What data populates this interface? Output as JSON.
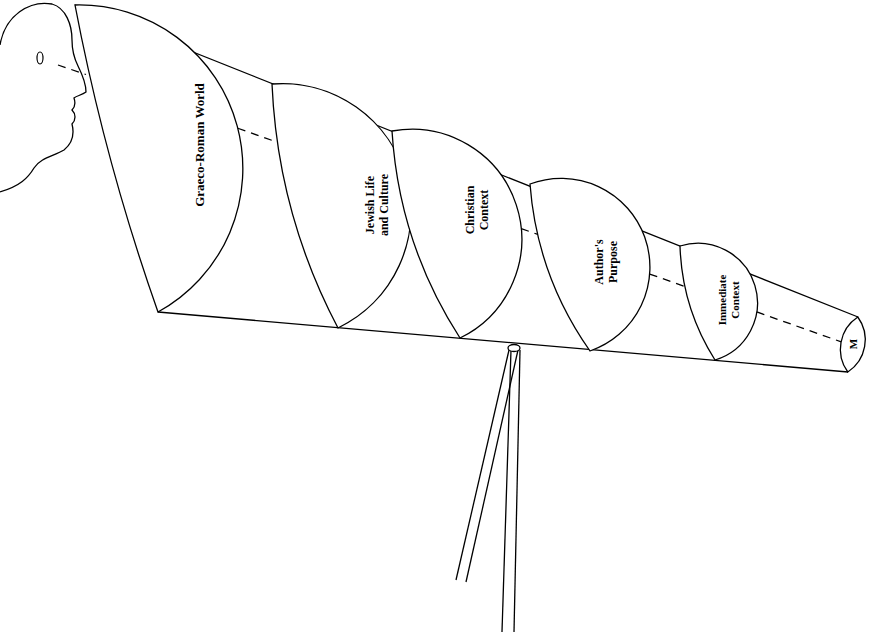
{
  "diagram": {
    "nodes": [
      {
        "text": [
          "Graeco-Roman World"
        ]
      },
      {
        "text": [
          "Jewish Life and Culture"
        ]
      },
      {
        "text": [
          "Christian Context"
        ]
      },
      {
        "text": [
          "Author's Purpose"
        ]
      },
      {
        "text": [
          "Immediate Context"
        ]
      },
      {
        "text": [
          "M"
        ]
      }
    ],
    "edges": [
      {
        "from": 0,
        "to": 1,
        "arrow": "none"
      },
      {
        "from": 1,
        "to": 2,
        "arrow": "none"
      },
      {
        "from": 2,
        "to": 3,
        "arrow": "none"
      },
      {
        "from": 3,
        "to": 4,
        "arrow": "none"
      },
      {
        "from": 4,
        "to": 5,
        "arrow": "none"
      }
    ]
  }
}
